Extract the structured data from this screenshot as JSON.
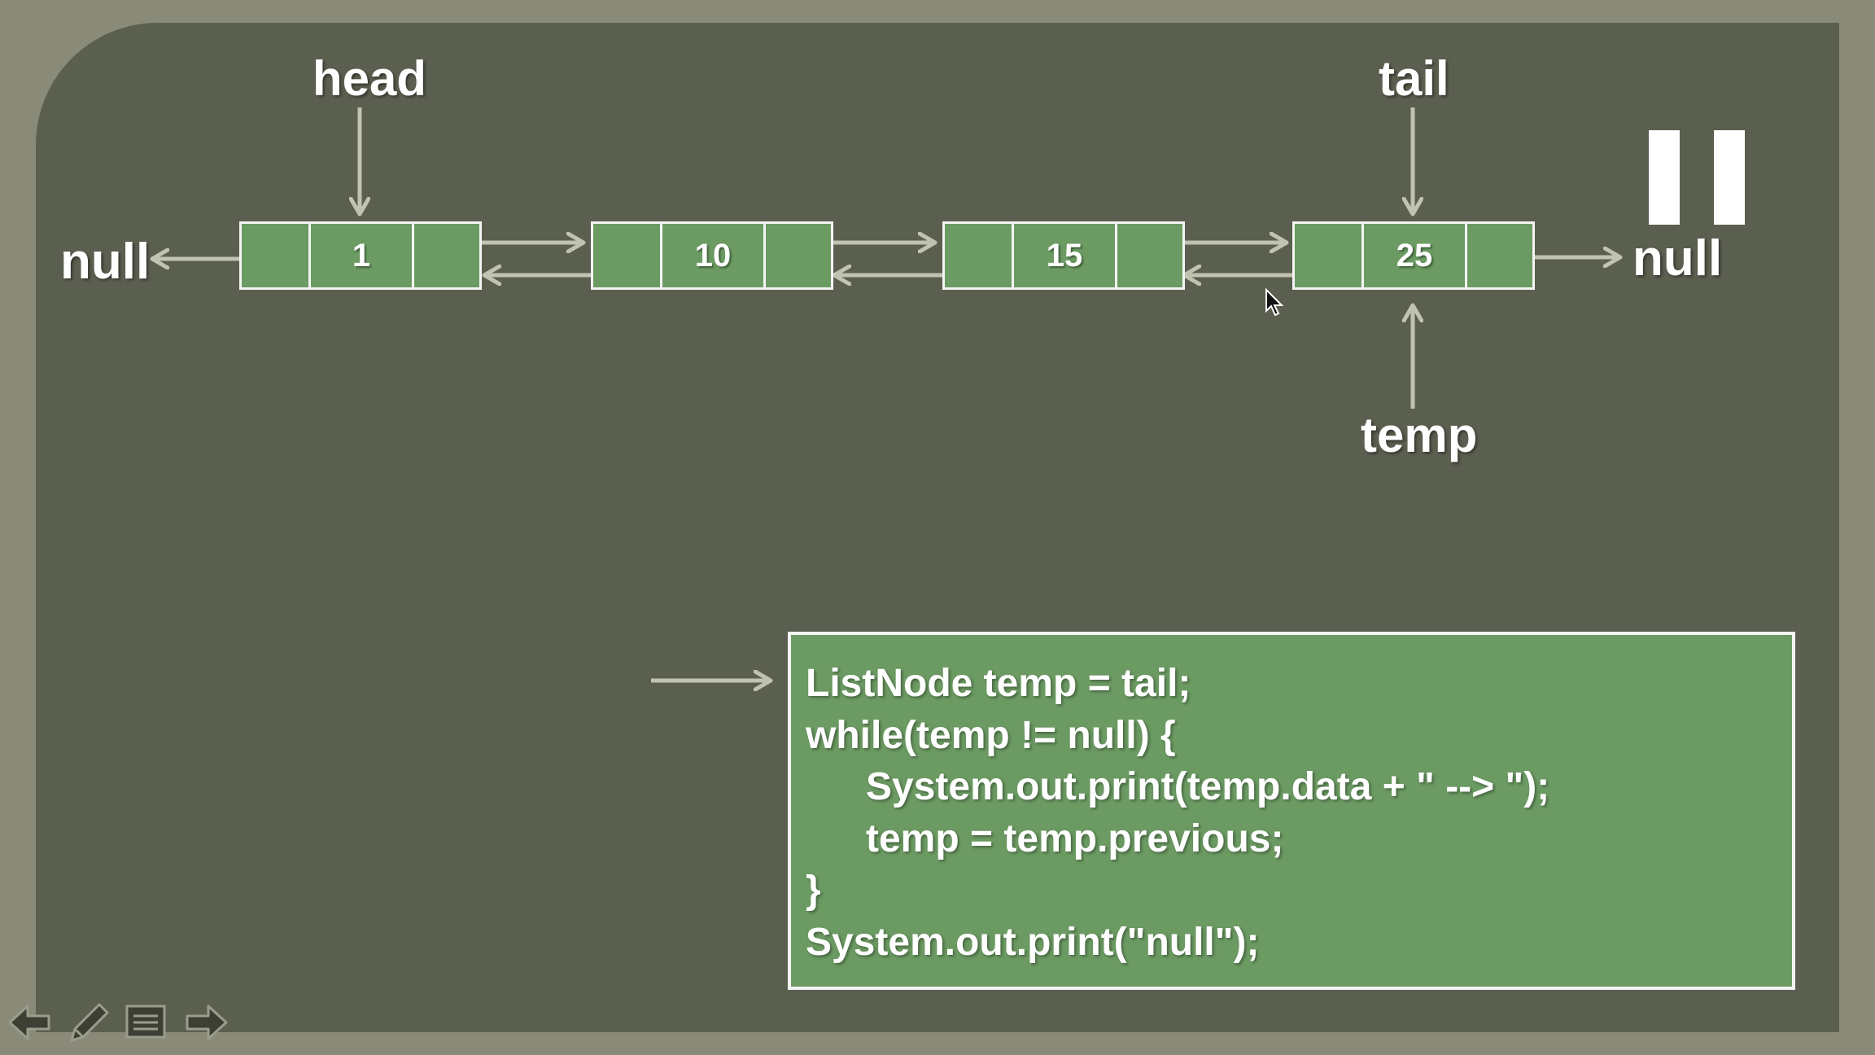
{
  "diagram": {
    "labels": {
      "head": "head",
      "tail": "tail",
      "temp": "temp",
      "null_left": "null",
      "null_right": "null"
    },
    "nodes": [
      {
        "value": "1"
      },
      {
        "value": "10"
      },
      {
        "value": "15"
      },
      {
        "value": "25"
      }
    ]
  },
  "code": {
    "lines": [
      "ListNode temp = tail;",
      "while(temp != null) {",
      "System.out.print(temp.data + \" --> \");",
      "temp = temp.previous;",
      "}",
      "System.out.print(\"null\");"
    ]
  },
  "colors": {
    "slide_background": "#5b5f4f",
    "node_fill": "#6b9b62",
    "code_box_fill": "#6b9a62",
    "arrow": "#c2c2b2",
    "text": "#ffffff"
  },
  "icons": [
    "pause-icon",
    "mouse-cursor-icon",
    "previous-arrow-icon",
    "pen-icon",
    "menu-icon",
    "next-arrow-icon"
  ]
}
